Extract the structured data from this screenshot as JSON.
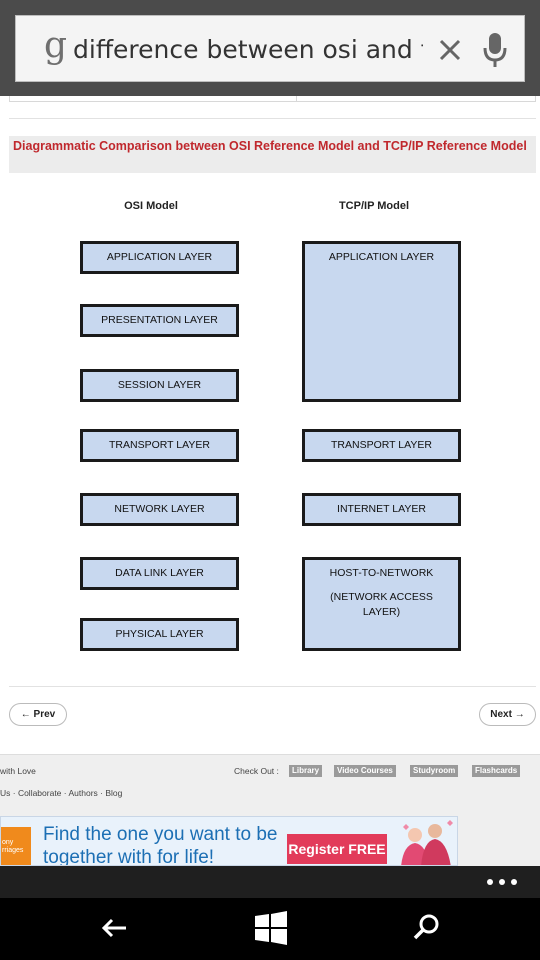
{
  "search": {
    "logo": "g",
    "query": "difference between osi and tc"
  },
  "article": {
    "title": "Diagrammatic Comparison between OSI Reference Model and TCP/IP Reference Model",
    "osi_heading": "OSI Model",
    "tcpip_heading": "TCP/IP Model",
    "osi_layers": [
      "APPLICATION LAYER",
      "PRESENTATION LAYER",
      "SESSION LAYER",
      "TRANSPORT LAYER",
      "NETWORK LAYER",
      "DATA LINK LAYER",
      "PHYSICAL LAYER"
    ],
    "tcpip_layers": {
      "application": "APPLICATION LAYER",
      "transport": "TRANSPORT LAYER",
      "internet": "INTERNET LAYER",
      "host_line1": "HOST-TO-NETWORK",
      "host_line2": "(NETWORK ACCESS",
      "host_line3": "LAYER)"
    }
  },
  "pager": {
    "prev": "← Prev",
    "next": "Next →"
  },
  "footer": {
    "made_with": "with Love",
    "links": "Us · Collaborate · Authors · Blog",
    "check_out": "Check Out :",
    "tags": [
      "Library",
      "Video Courses",
      "Studyroom",
      "Flashcards"
    ]
  },
  "ad": {
    "logo_text": "ony\nrriages",
    "headline_line1": "Find the one you want to be",
    "headline_line2": "together with for life!",
    "button": "Register FREE"
  },
  "colors": {
    "header_bg": "#4b4b4b",
    "title_red": "#c0282d",
    "layer_fill": "#c8d8ef",
    "nav_bg": "#000000"
  },
  "icons": [
    "google-g-icon",
    "clear-icon",
    "microphone-icon",
    "more-icon",
    "back-icon",
    "windows-icon",
    "search-icon"
  ]
}
